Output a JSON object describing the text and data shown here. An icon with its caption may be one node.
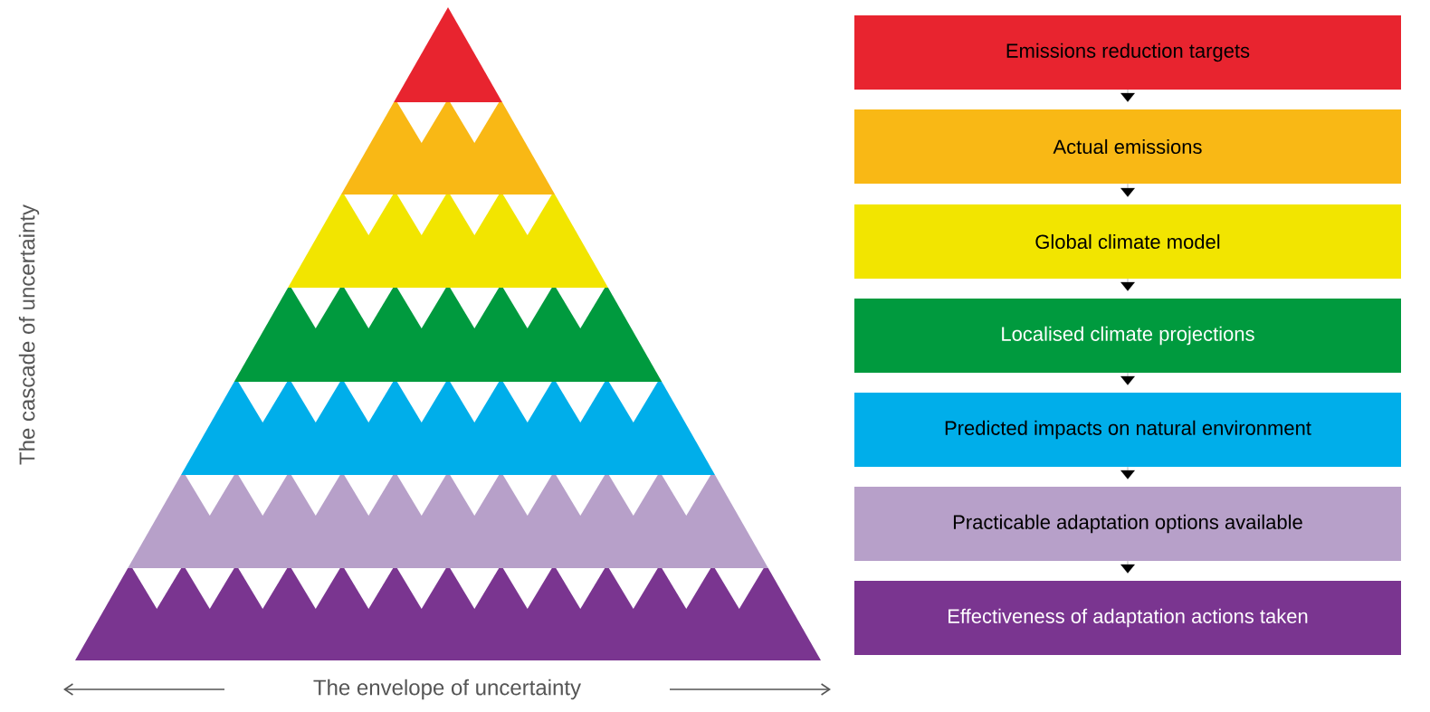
{
  "diagram": {
    "nodes": [
      {
        "text": [
          "Emissions reduction targets"
        ]
      },
      {
        "text": [
          "Actual emissions"
        ]
      },
      {
        "text": [
          "Global climate model"
        ]
      },
      {
        "text": [
          "Localised climate projections"
        ]
      },
      {
        "text": [
          "Predicted impacts on natural  environment"
        ]
      },
      {
        "text": [
          "Practicable adaptation options available"
        ]
      },
      {
        "text": [
          "Effectiveness of adaptation actions taken"
        ]
      }
    ],
    "edges": [
      {
        "from": 0,
        "to": 1,
        "arrow": "to"
      },
      {
        "from": 1,
        "to": 2,
        "arrow": "to"
      },
      {
        "from": 2,
        "to": 3,
        "arrow": "to"
      },
      {
        "from": 3,
        "to": 4,
        "arrow": "to"
      },
      {
        "from": 4,
        "to": 5,
        "arrow": "to"
      },
      {
        "from": 5,
        "to": 6,
        "arrow": "to"
      }
    ],
    "labels": [
      "The cascade of uncertainty",
      "The envelope of uncertainty"
    ]
  }
}
